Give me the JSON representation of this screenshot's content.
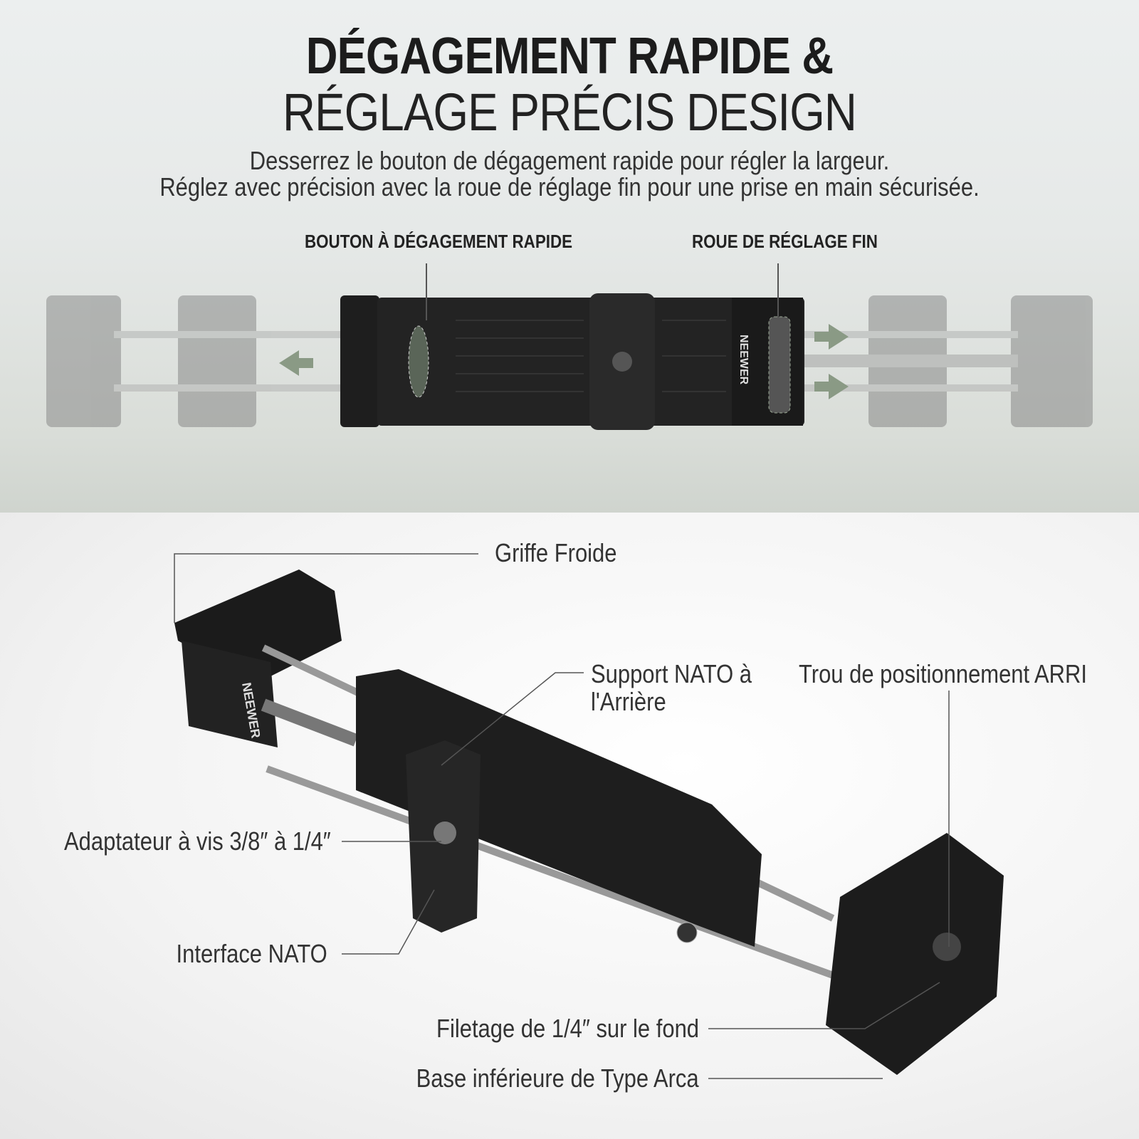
{
  "header": {
    "title_line1": "DÉGAGEMENT RAPIDE &",
    "title_line2": "RÉGLAGE PRÉCIS DESIGN",
    "subtitle_line1": "Desserrez le bouton de dégagement rapide pour régler la largeur.",
    "subtitle_line2": "Réglez avec précision avec la roue de réglage fin pour une prise en main sécurisée."
  },
  "top_labels": {
    "quick_release": "BOUTON À DÉGAGEMENT RAPIDE",
    "fine_wheel": "ROUE DE RÉGLAGE FIN"
  },
  "brand": "NEEWER",
  "callouts": {
    "cold_shoe": "Griffe Froide",
    "nato_rear_1": "Support NATO à",
    "nato_rear_2": "l'Arrière",
    "arri_hole": "Trou de positionnement ARRI",
    "screw_adapter": "Adaptateur à vis 3/8″ à 1/4″",
    "nato_interface": "Interface NATO",
    "thread_bottom": "Filetage de 1/4″ sur le fond",
    "arca_base": "Base inférieure de Type Arca"
  },
  "colors": {
    "arrow": "#8a9a85",
    "body": "#1e1e1e"
  }
}
